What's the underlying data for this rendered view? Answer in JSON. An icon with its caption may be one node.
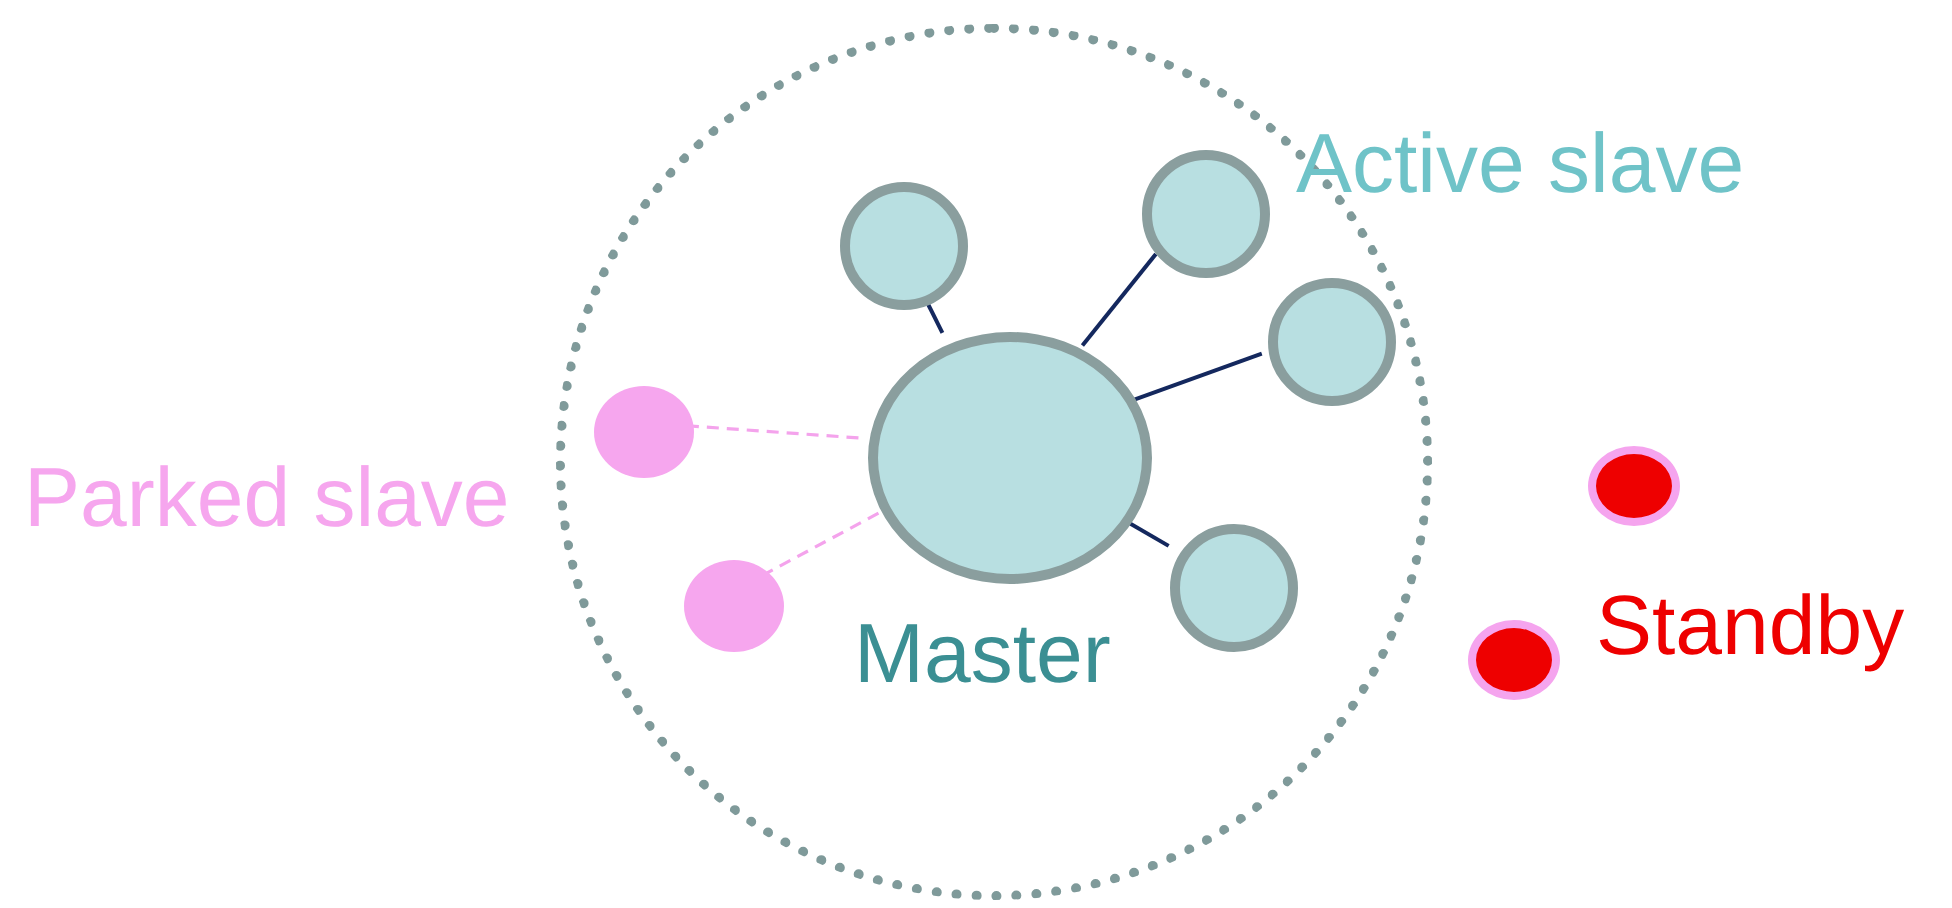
{
  "diagram": {
    "nodes": [
      {
        "text": [],
        "shape": "circle"
      },
      {
        "text": [],
        "shape": "circle",
        "in": 0,
        "beside": [
          "Master"
        ]
      },
      {
        "text": [],
        "shape": "circle",
        "in": 0
      },
      {
        "text": [],
        "shape": "circle",
        "in": 0
      },
      {
        "text": [],
        "shape": "circle",
        "in": 0
      },
      {
        "text": [],
        "shape": "circle",
        "in": 0
      },
      {
        "text": [],
        "shape": "circle",
        "in": 0
      },
      {
        "text": [],
        "shape": "circle",
        "in": 0
      },
      {
        "text": [],
        "shape": "circle"
      },
      {
        "text": [],
        "shape": "circle"
      }
    ],
    "edges": [
      {
        "from": 1,
        "to": 2,
        "arrow": "none"
      },
      {
        "from": 1,
        "to": 3,
        "arrow": "none"
      },
      {
        "from": 1,
        "to": 4,
        "arrow": "none"
      },
      {
        "from": 1,
        "to": 5,
        "arrow": "none"
      },
      {
        "from": 1,
        "to": 6,
        "arrow": "none",
        "style": "dashed",
        "color": "#f4a3ec"
      },
      {
        "from": 1,
        "to": 7,
        "arrow": "none",
        "style": "dashed",
        "color": "#f4a3ec"
      }
    ],
    "labels": [
      "Active slave",
      "Parked slave",
      "Standby"
    ]
  }
}
